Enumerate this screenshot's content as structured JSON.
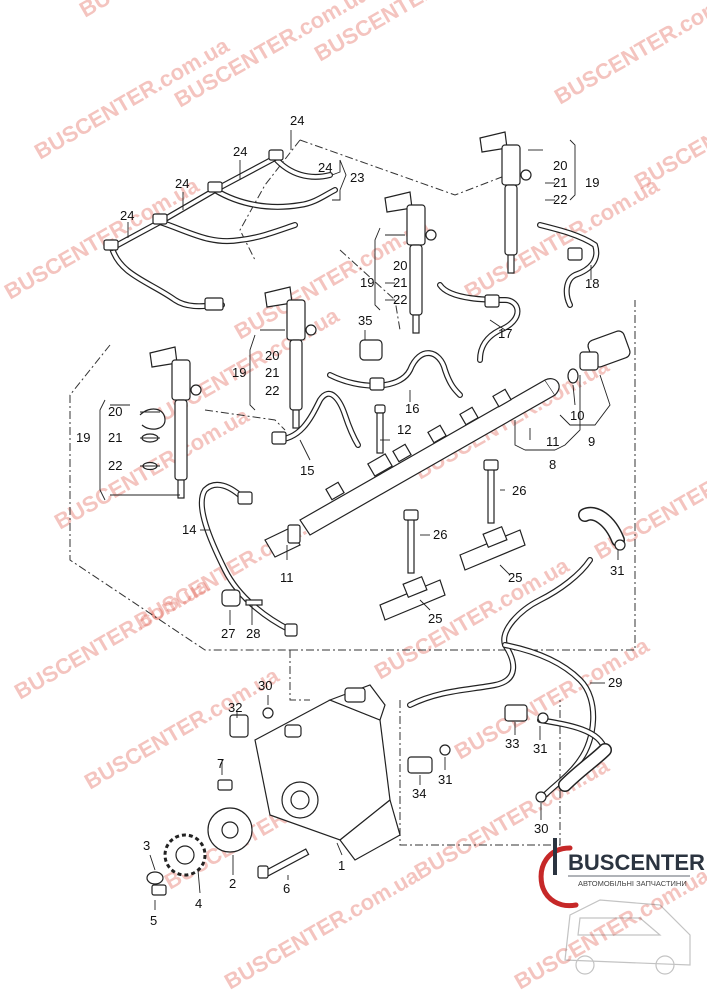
{
  "watermark": {
    "text": "BUSCENTER.com.ua",
    "color": "#e0584a"
  },
  "logo": {
    "name": "BUSCENTER",
    "tagline": "АВТОМОБІЛЬНІ ЗАПЧАСТИНИ",
    "accent": "#c62828"
  },
  "callouts": {
    "c1": "1",
    "c2": "2",
    "c3": "3",
    "c4": "4",
    "c5": "5",
    "c6": "6",
    "c7": "7",
    "c8": "8",
    "c9": "9",
    "c10": "10",
    "c11a": "11",
    "c11b": "11",
    "c12": "12",
    "c14": "14",
    "c15": "15",
    "c16": "16",
    "c17": "17",
    "c18": "18",
    "c19a": "19",
    "c19b": "19",
    "c19c": "19",
    "c19d": "19",
    "c20a": "20",
    "c20b": "20",
    "c20c": "20",
    "c20d": "20",
    "c21a": "21",
    "c21b": "21",
    "c21c": "21",
    "c21d": "21",
    "c22a": "22",
    "c22b": "22",
    "c22c": "22",
    "c22d": "22",
    "c23": "23",
    "c24a": "24",
    "c24b": "24",
    "c24c": "24",
    "c24d": "24",
    "c24e": "24",
    "c25a": "25",
    "c25b": "25",
    "c26a": "26",
    "c26b": "26",
    "c27": "27",
    "c28": "28",
    "c29": "29",
    "c30a": "30",
    "c30b": "30",
    "c31a": "31",
    "c31b": "31",
    "c31c": "31",
    "c32": "32",
    "c33": "33",
    "c34": "34",
    "c35": "35"
  }
}
